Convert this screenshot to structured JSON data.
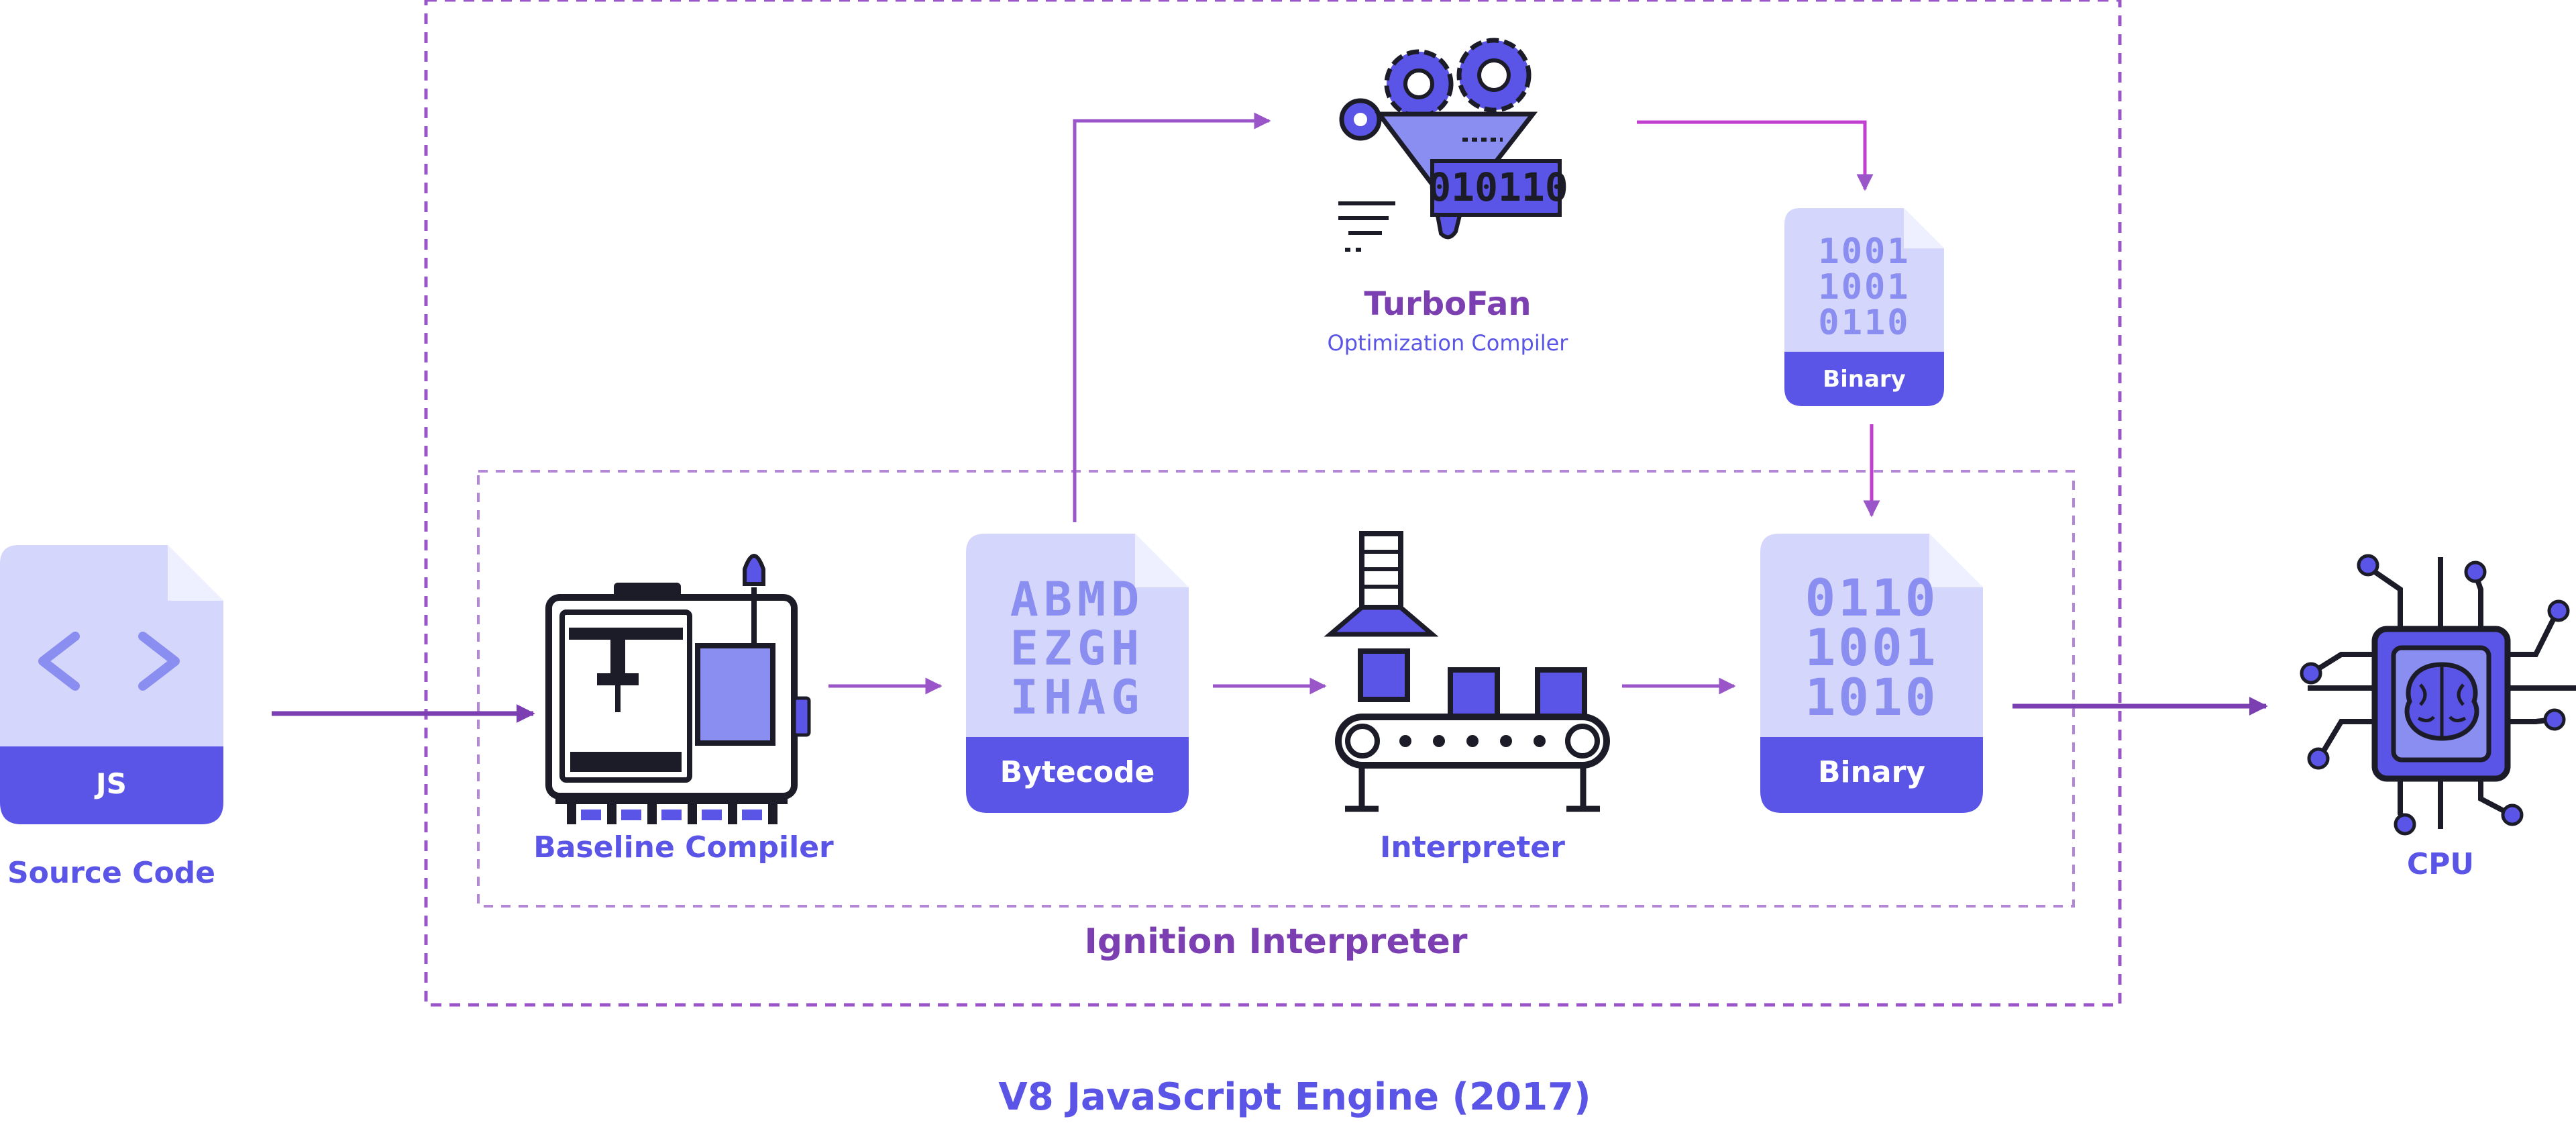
{
  "diagram": {
    "title": "V8 JavaScript Engine (2017)",
    "group_label": "Ignition Interpreter",
    "nodes": {
      "source": {
        "label": "Source Code",
        "doc_tag": "JS",
        "icon": "code-brackets-icon"
      },
      "baseline": {
        "label": "Baseline Compiler",
        "icon": "machine-icon"
      },
      "bytecode": {
        "doc_tag": "Bytecode",
        "lines": [
          "ABMD",
          "EZGH",
          "IHAG"
        ]
      },
      "interpreter": {
        "label": "Interpreter",
        "icon": "conveyor-icon"
      },
      "binary_main": {
        "doc_tag": "Binary",
        "lines": [
          "0110",
          "1001",
          "1010"
        ]
      },
      "turbofan": {
        "label": "TurboFan",
        "sublabel": "Optimization Compiler",
        "icon": "gears-funnel-icon",
        "funnel_text": "010110"
      },
      "binary_small": {
        "doc_tag": "Binary",
        "lines": [
          "1001",
          "1001",
          "0110"
        ]
      },
      "cpu": {
        "label": "CPU",
        "icon": "cpu-brain-icon"
      }
    },
    "colors": {
      "primary_blue": "#5a55e6",
      "light_blue": "#d5d6fb",
      "doc_text": "#8a8ef0",
      "purple": "#7b3fb2",
      "arrow_purple": "#9a55c8",
      "dark": "#1c1c28"
    }
  }
}
